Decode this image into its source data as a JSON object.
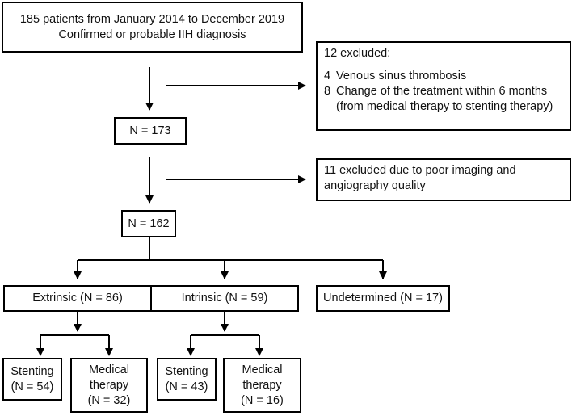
{
  "start": {
    "line1": "185 patients from January 2014 to December 2019",
    "line2": "Confirmed or probable IIH diagnosis"
  },
  "exclusion1": {
    "title": "12 excluded:",
    "items": [
      {
        "num": "4",
        "lines": [
          "Venous sinus thrombosis"
        ]
      },
      {
        "num": "8",
        "lines": [
          "Change of the treatment within 6 months",
          "(from medical therapy to stenting therapy)"
        ]
      }
    ]
  },
  "n173": "N = 173",
  "exclusion2": {
    "line1": "11 excluded due to poor imaging and",
    "line2": "angiography quality"
  },
  "n162": "N = 162",
  "groups": {
    "extrinsic": "Extrinsic (N = 86)",
    "intrinsic": "Intrinsic (N = 59)",
    "undetermined": "Undetermined (N = 17)"
  },
  "outcomes": {
    "extrinsic_stenting": {
      "line1": "Stenting",
      "line2": "(N = 54)"
    },
    "extrinsic_medical": {
      "line1": "Medical",
      "line2": "therapy",
      "line3": "(N = 32)"
    },
    "intrinsic_stenting": {
      "line1": "Stenting",
      "line2": "(N = 43)"
    },
    "intrinsic_medical": {
      "line1": "Medical",
      "line2": "therapy",
      "line3": "(N = 16)"
    }
  }
}
